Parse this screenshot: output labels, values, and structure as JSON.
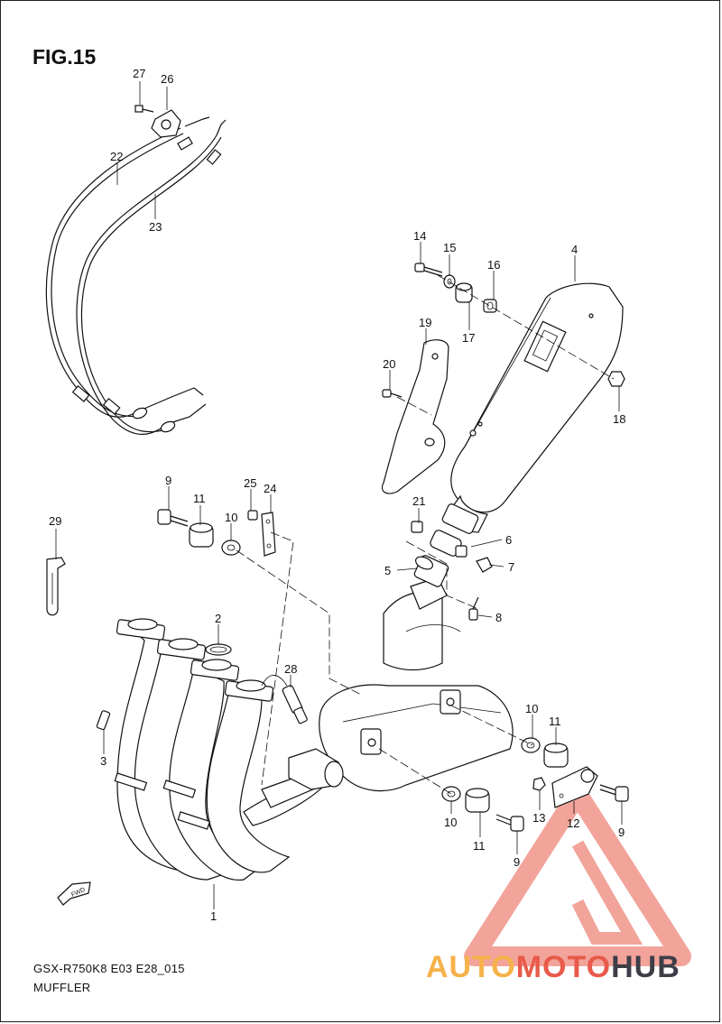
{
  "figure": {
    "title": "FIG.15",
    "model_code": "GSX-R750K8 E03 E28_015",
    "section_name": "MUFFLER"
  },
  "callouts": [
    {
      "id": "c1",
      "num": "1"
    },
    {
      "id": "c2",
      "num": "2"
    },
    {
      "id": "c3",
      "num": "3"
    },
    {
      "id": "c4",
      "num": "4"
    },
    {
      "id": "c5",
      "num": "5"
    },
    {
      "id": "c6",
      "num": "6"
    },
    {
      "id": "c7",
      "num": "7"
    },
    {
      "id": "c8",
      "num": "8"
    },
    {
      "id": "c9a",
      "num": "9"
    },
    {
      "id": "c9b",
      "num": "9"
    },
    {
      "id": "c9c",
      "num": "9"
    },
    {
      "id": "c10a",
      "num": "10"
    },
    {
      "id": "c10b",
      "num": "10"
    },
    {
      "id": "c10c",
      "num": "10"
    },
    {
      "id": "c11a",
      "num": "11"
    },
    {
      "id": "c11b",
      "num": "11"
    },
    {
      "id": "c11c",
      "num": "11"
    },
    {
      "id": "c12",
      "num": "12"
    },
    {
      "id": "c13",
      "num": "13"
    },
    {
      "id": "c14",
      "num": "14"
    },
    {
      "id": "c15",
      "num": "15"
    },
    {
      "id": "c16",
      "num": "16"
    },
    {
      "id": "c17",
      "num": "17"
    },
    {
      "id": "c18",
      "num": "18"
    },
    {
      "id": "c19",
      "num": "19"
    },
    {
      "id": "c20",
      "num": "20"
    },
    {
      "id": "c21",
      "num": "21"
    },
    {
      "id": "c22",
      "num": "22"
    },
    {
      "id": "c23",
      "num": "23"
    },
    {
      "id": "c24",
      "num": "24"
    },
    {
      "id": "c25",
      "num": "25"
    },
    {
      "id": "c26",
      "num": "26"
    },
    {
      "id": "c27",
      "num": "27"
    },
    {
      "id": "c28",
      "num": "28"
    },
    {
      "id": "c29",
      "num": "29"
    }
  ],
  "fwd_label": "FWD",
  "watermark": {
    "part1": "AUTO",
    "part2": "MOTO",
    "part3": "HUB",
    "colors": {
      "auto": "#f6b24a",
      "moto": "#e85a4a",
      "hub": "#3e3e48",
      "triangle": "#e85a4a"
    }
  }
}
